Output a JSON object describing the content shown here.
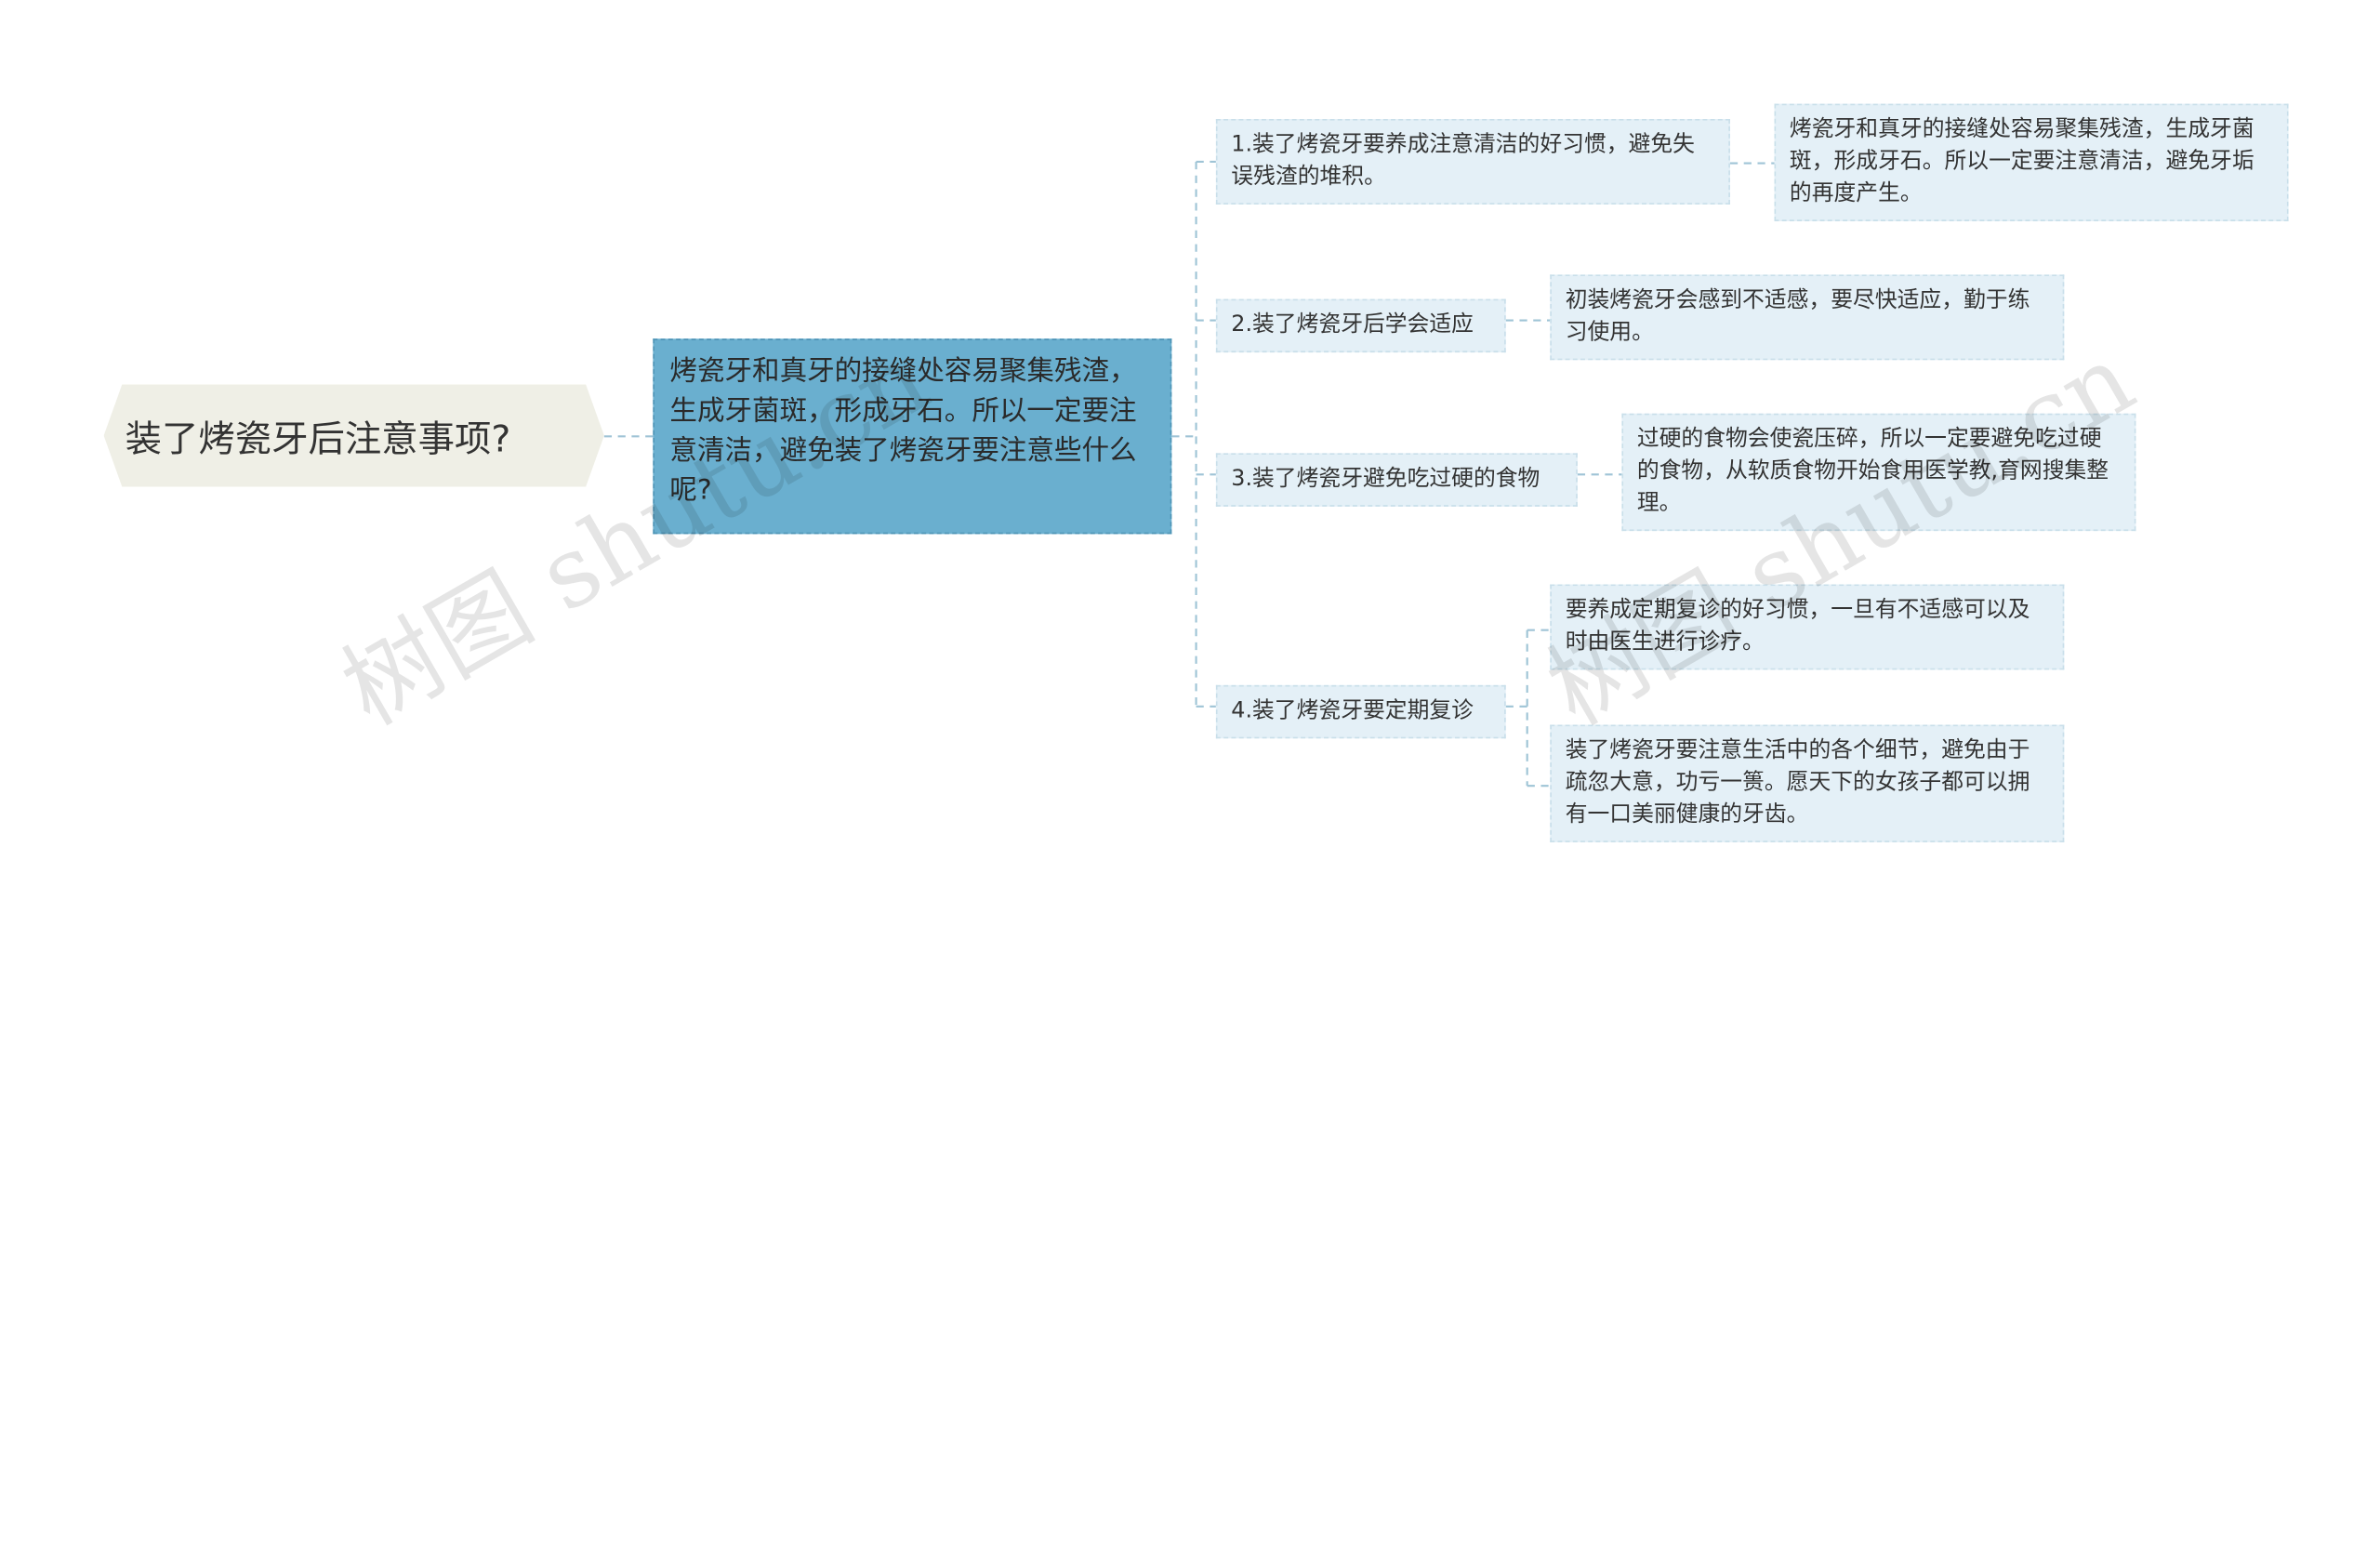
{
  "root": {
    "label": "装了烤瓷牙后注意事项?"
  },
  "center": {
    "label": "烤瓷牙和真牙的接缝处容易聚集残渣，生成牙菌斑，形成牙石。所以一定要注意清洁，避免装了烤瓷牙要注意些什么呢?"
  },
  "branches": [
    {
      "label": "1.装了烤瓷牙要养成注意清洁的好习惯，避免失误残渣的堆积。",
      "children": [
        "烤瓷牙和真牙的接缝处容易聚集残渣，生成牙菌斑，形成牙石。所以一定要注意清洁，避免牙垢的再度产生。"
      ]
    },
    {
      "label": "2.装了烤瓷牙后学会适应",
      "children": [
        "初装烤瓷牙会感到不适感，要尽快适应，勤于练习使用。"
      ]
    },
    {
      "label": "3.装了烤瓷牙避免吃过硬的食物",
      "children": [
        "过硬的食物会使瓷压碎，所以一定要避免吃过硬的食物，从软质食物开始食用医学教,育网搜集整理。"
      ]
    },
    {
      "label": "4.装了烤瓷牙要定期复诊",
      "children": [
        "要养成定期复诊的好习惯，一旦有不适感可以及时由医生进行诊疗。",
        "装了烤瓷牙要注意生活中的各个细节，避免由于疏忽大意，功亏一篑。愿天下的女孩子都可以拥有一口美丽健康的牙齿。"
      ]
    }
  ],
  "watermarks": [
    "树图 shutu.cn",
    "树图 shutu.cn"
  ],
  "colors": {
    "center_fill": "#6aafcf",
    "box_fill": "#e4f0f7",
    "root_fill": "#efefe6",
    "line": "#9fc4d6"
  }
}
